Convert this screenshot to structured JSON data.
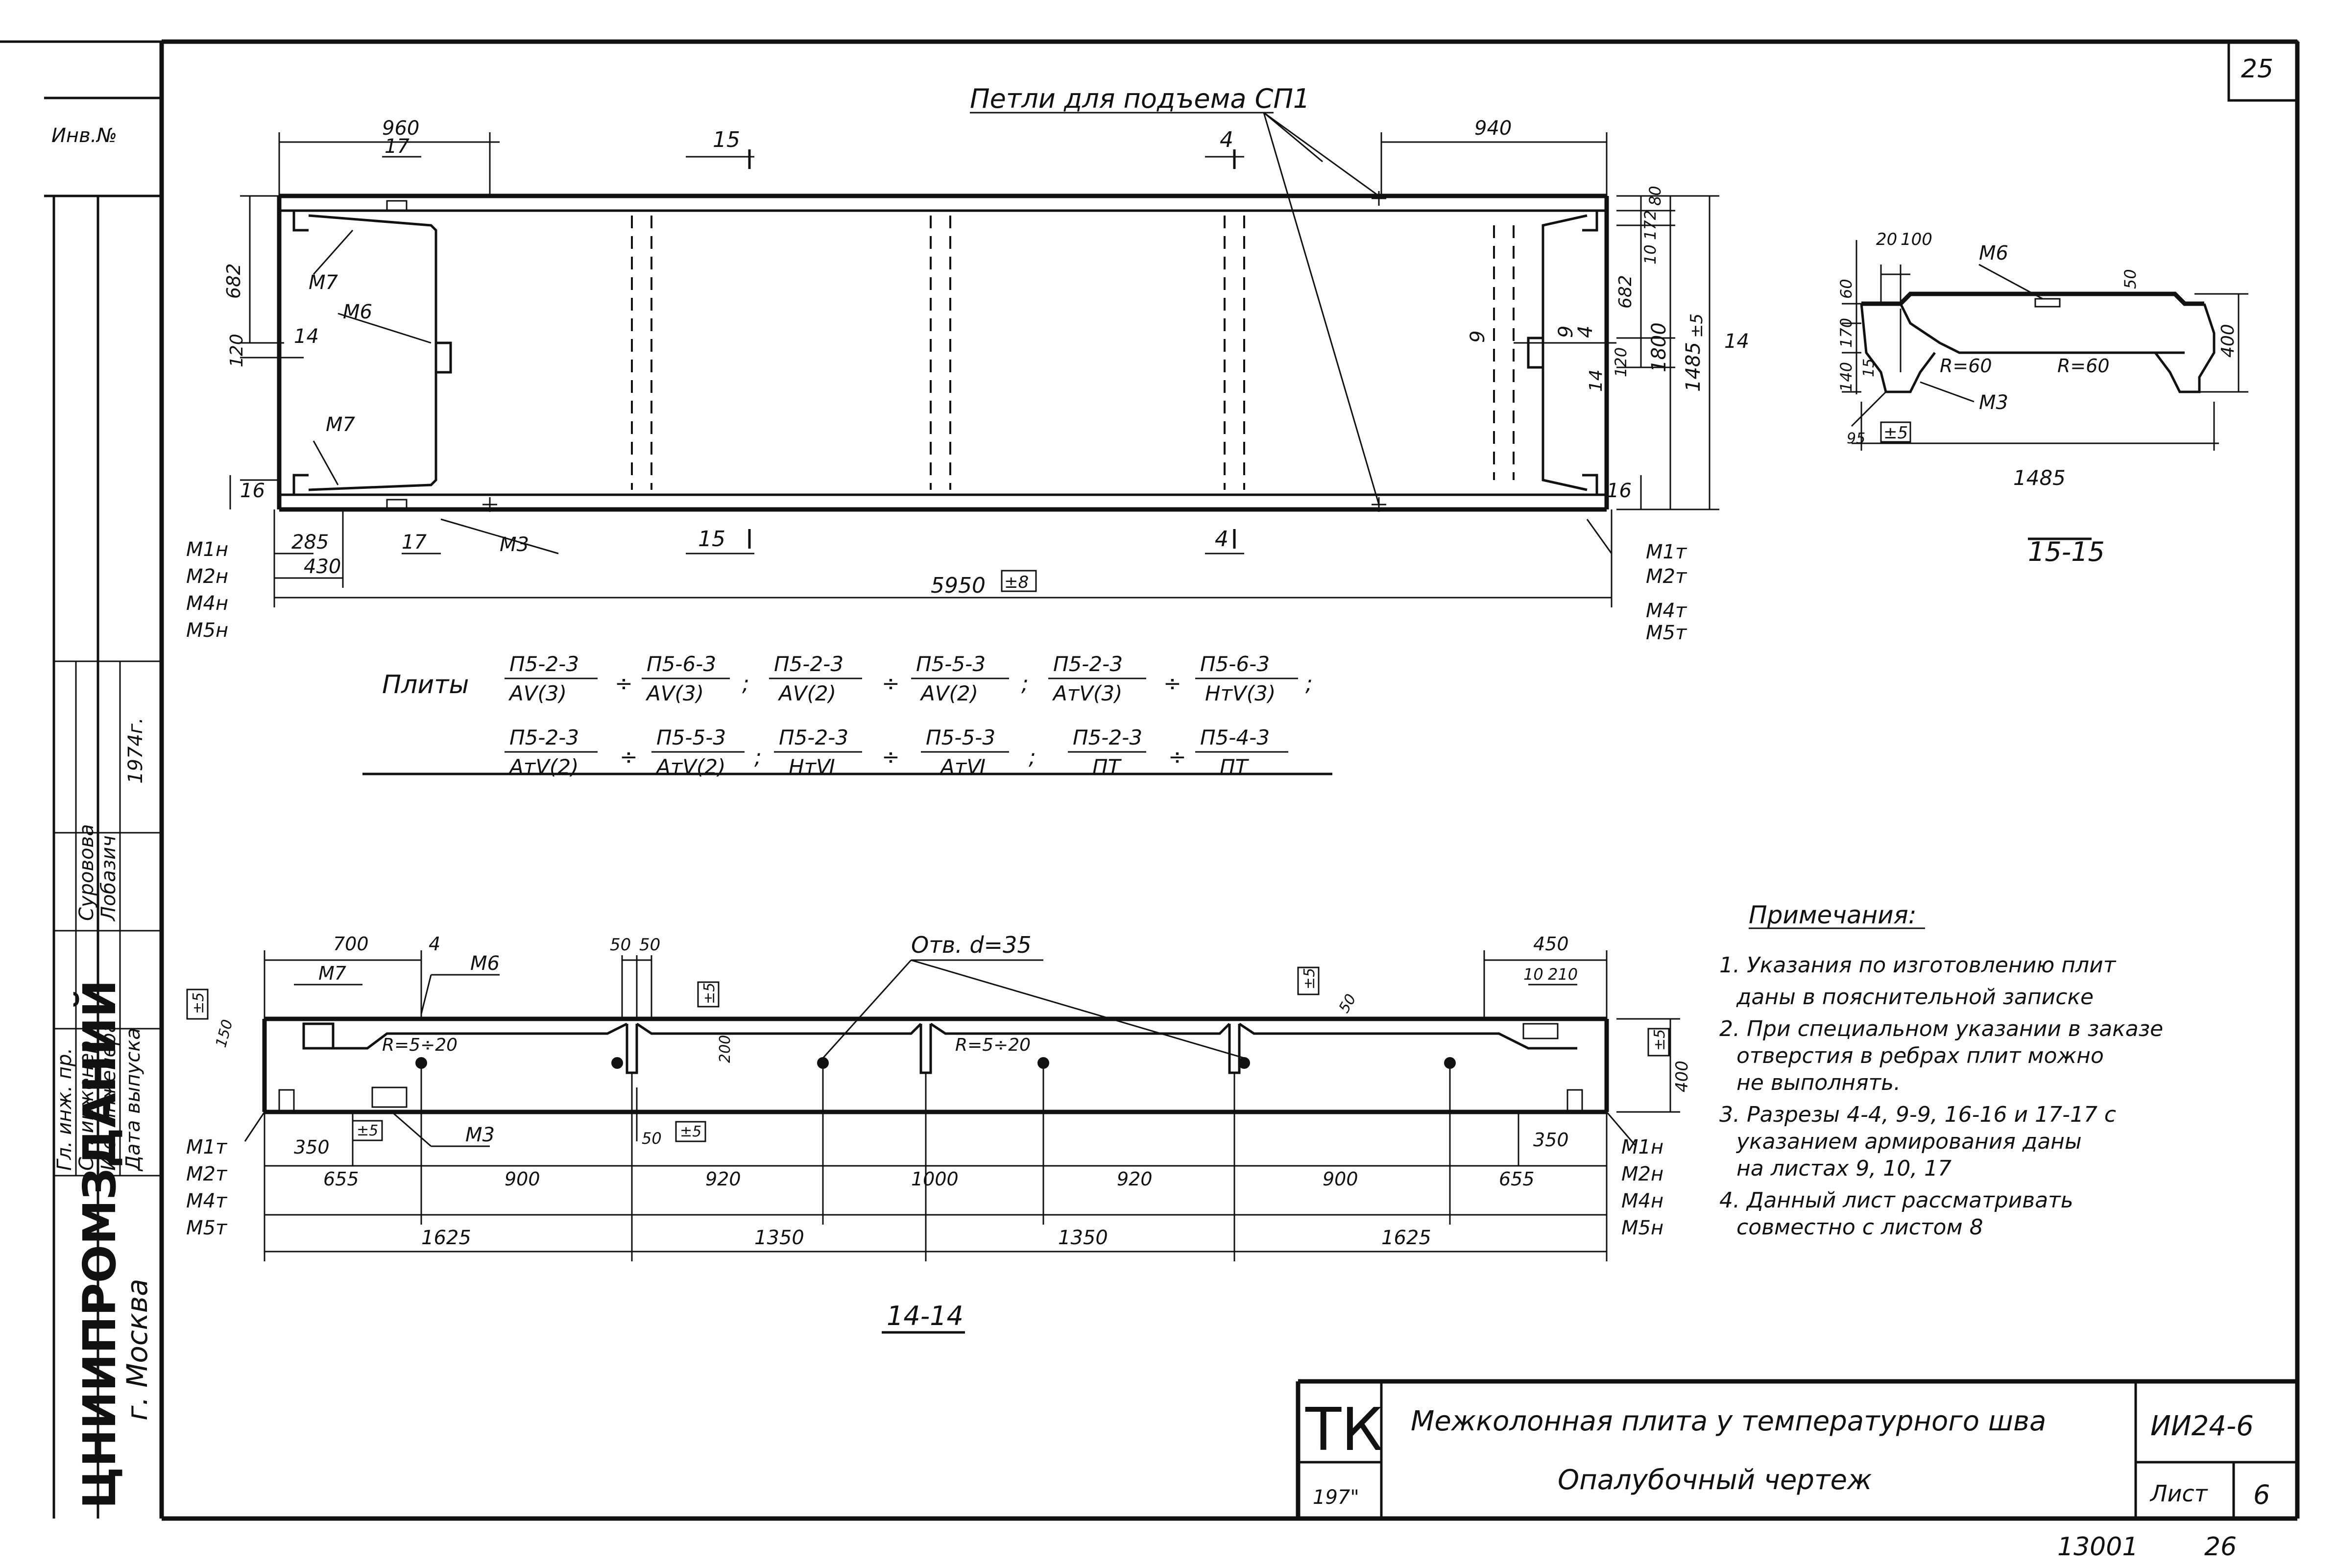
{
  "sheet": {
    "page_number": "25",
    "loops_label": "Петли для подъема СП1",
    "inv_label": "Инв.№",
    "plan": {
      "dim_left_top": "960",
      "dim_right_top": "940",
      "mark_17_top": "17",
      "mark_15_top": "15",
      "mark_4_top": "4",
      "dim_662_left": "682",
      "label_M7_top": "М7",
      "label_M6": "М6",
      "mark_14_left": "14",
      "dim_120_left": "120",
      "label_M7_bottom": "М7",
      "mark_16_left": "16",
      "mark_16_right": "16",
      "mark_9_left": "9",
      "mark_9_right": "9",
      "mark_4_right": "4",
      "mark_14_right": "14",
      "mark_14_far": "14",
      "dim_120_right": "120",
      "dim_80": "80",
      "dim_172": "172",
      "dim_10": "10",
      "dim_662_right": "682",
      "dim_1800": "1800",
      "dim_1485": "1485",
      "tol_5": "±5",
      "dim_285": "285",
      "dim_430": "430",
      "mark_17_bottom": "17",
      "label_M3": "М3",
      "mark_15_bottom": "15",
      "mark_4_bottom": "4",
      "dim_5950": "5950",
      "tol_8": "±8",
      "left_marks": [
        "М1н",
        "М2н",
        "М4н",
        "М5н"
      ],
      "right_marks": [
        "М1т",
        "М2т",
        "М4т",
        "М5т"
      ]
    },
    "plates": {
      "prefix": "Плиты",
      "row1": [
        {
          "num": "П5-2-3",
          "den": "АⅤ(3)"
        },
        {
          "num": "П5-6-3",
          "den": "АⅤ(3)"
        },
        {
          "num": "П5-2-3",
          "den": "АⅤ(2)"
        },
        {
          "num": "П5-5-3",
          "den": "АⅤ(2)"
        },
        {
          "num": "П5-2-3",
          "den": "АтⅤ(3)"
        },
        {
          "num": "П5-6-3",
          "den": "НтⅤ(3)"
        }
      ],
      "row2": [
        {
          "num": "П5-2-3",
          "den": "АтⅤ(2)"
        },
        {
          "num": "П5-5-3",
          "den": "АтⅤ(2)"
        },
        {
          "num": "П5-2-3",
          "den": "НтⅥ"
        },
        {
          "num": "П5-5-3",
          "den": "АтⅥ"
        },
        {
          "num": "П5-2-3",
          "den": "ПТ"
        },
        {
          "num": "П5-4-3",
          "den": "ПТ"
        }
      ]
    },
    "section_15": {
      "dim_20": "20",
      "dim_100": "100",
      "label_M6": "М6",
      "dim_60": "60",
      "dim_170": "170",
      "dim_140": "140",
      "dim_15": "15",
      "dim_50": "50",
      "radius_left": "R=60",
      "radius_right": "R=60",
      "dim_400": "400",
      "label_M3": "М3",
      "dim_95": "95",
      "tol_5": "±5",
      "dim_1485": "1485",
      "title": "15-15"
    },
    "section_14": {
      "dim_700": "700",
      "mark_4": "4",
      "label_M7": "М7",
      "label_M6": "М6",
      "dim_50a": "50",
      "dim_50b": "50",
      "hole_label": "Отв. d=35",
      "dim_450": "450",
      "dim_10": "10",
      "dim_210": "210",
      "tol_5_a": "±5",
      "tol_5_b": "±5",
      "tol_5_c": "±5",
      "tol_5_d": "±5",
      "dim_50c": "50",
      "radius_a": "R=5÷20",
      "dim_200": "200",
      "radius_b": "R=5÷20",
      "dim_400": "400",
      "dim_150": "150",
      "label_M3": "М3",
      "dim_50_bottom": "50",
      "tol_5_bottom": "±5",
      "tol_5_bottom2": "±5",
      "dim_350_left": "350",
      "dim_350_right": "350",
      "lower_dims": [
        "655",
        "900",
        "920",
        "1000",
        "920",
        "900",
        "655"
      ],
      "total_dims": [
        "1625",
        "1350",
        "1350",
        "1625"
      ],
      "left_marks": [
        "М1т",
        "М2т",
        "М4т",
        "М5т"
      ],
      "right_marks": [
        "М1н",
        "М2н",
        "М4н",
        "М5н"
      ],
      "title": "14-14"
    },
    "notes": {
      "title": "Примечания:",
      "items": [
        "1. Указания по изготовлению плит",
        "даны в пояснительной записке",
        "2. При специальном указании в заказе",
        "отверстия в ребрах плит можно",
        "не выполнять.",
        "3. Разрезы 4-4, 9-9, 16-16 и 17-17 с",
        "указанием армирования даны",
        "на листах 9, 10, 17",
        "4. Данный лист рассматривать",
        "совместно с листом 8"
      ]
    },
    "stamp": {
      "org": "ЦНИИПРОМЗДАНИЙ",
      "city": "г. Москва",
      "roles": [
        "Гл. инж. пр.",
        "Ст. инженер",
        "И.о. инженера",
        "Дата выпуска"
      ],
      "names": [
        "Суровова",
        "Лобазич",
        ""
      ],
      "year": "1974г.",
      "tk": "ТК",
      "series": "197\"",
      "title_line1": "Межколонная плита у температурного шва",
      "title_line2": "Опалубочный чертеж",
      "code": "ИИ24-6",
      "sheet_label": "Лист",
      "sheet_no": "6",
      "bottom_num": "13001",
      "bottom_page": "26"
    }
  }
}
